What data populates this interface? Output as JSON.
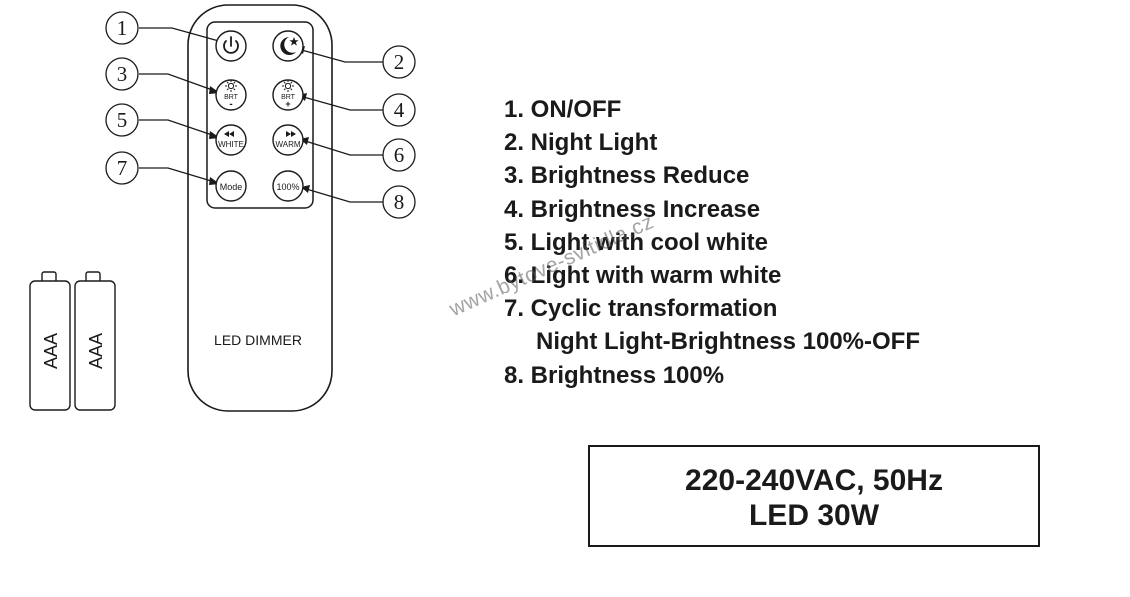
{
  "remote": {
    "label": "LED DIMMER",
    "buttons": [
      {
        "id": 1,
        "icon": "power-icon"
      },
      {
        "id": 2,
        "icon": "moon-star-icon"
      },
      {
        "id": 3,
        "icon": "sun-icon",
        "text": "BRT",
        "sign": "-"
      },
      {
        "id": 4,
        "icon": "sun-icon",
        "text": "BRT",
        "sign": "+"
      },
      {
        "id": 5,
        "icon": "rewind-icon",
        "text": "WHITE"
      },
      {
        "id": 6,
        "icon": "fast-forward-icon",
        "text": "WARM"
      },
      {
        "id": 7,
        "text": "Mode"
      },
      {
        "id": 8,
        "text": "100%"
      }
    ],
    "callouts": [
      "1",
      "2",
      "3",
      "4",
      "5",
      "6",
      "7",
      "8"
    ]
  },
  "batteries": [
    {
      "label": "AAA"
    },
    {
      "label": "AAA"
    }
  ],
  "legend": [
    "1. ON/OFF",
    "2. Night Light",
    "3. Brightness Reduce",
    "4. Brightness Increase",
    "5. Light with cool white",
    "6. Light with warm white",
    "7. Cyclic transformation",
    "Night Light-Brightness 100%-OFF",
    "8. Brightness 100%"
  ],
  "spec": {
    "line1": "220-240VAC, 50Hz",
    "line2": "LED 30W"
  },
  "watermark": "www.bytove-svitidla.cz"
}
